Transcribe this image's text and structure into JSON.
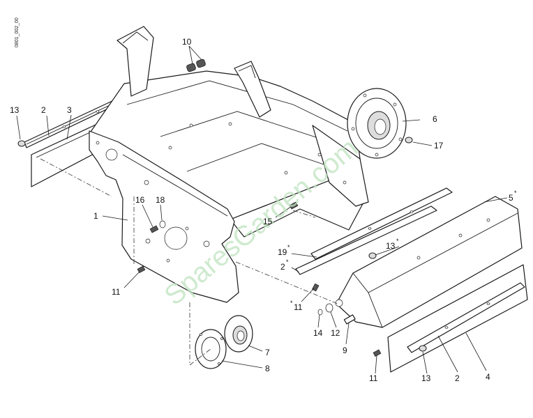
{
  "drawing_code": "0801_002_00",
  "watermark": "SparesGarden.com",
  "callouts": [
    {
      "id": "c1",
      "text": "1",
      "star": ""
    },
    {
      "id": "c2a",
      "text": "2",
      "star": ""
    },
    {
      "id": "c3",
      "text": "3",
      "star": ""
    },
    {
      "id": "c13a",
      "text": "13",
      "star": ""
    },
    {
      "id": "c10",
      "text": "10",
      "star": ""
    },
    {
      "id": "c6",
      "text": "6",
      "star": ""
    },
    {
      "id": "c17",
      "text": "17",
      "star": ""
    },
    {
      "id": "c5",
      "text": "5",
      "star": "*"
    },
    {
      "id": "c16",
      "text": "16",
      "star": ""
    },
    {
      "id": "c18",
      "text": "18",
      "star": ""
    },
    {
      "id": "c15",
      "text": "15",
      "star": ""
    },
    {
      "id": "c19",
      "text": "19",
      "star": "*"
    },
    {
      "id": "c13b",
      "text": "13",
      "star": "*"
    },
    {
      "id": "c2b",
      "text": "2",
      "star": "*"
    },
    {
      "id": "c11a",
      "text": "11",
      "star": ""
    },
    {
      "id": "c11b",
      "text": "11",
      "star": "*"
    },
    {
      "id": "c14",
      "text": "14",
      "star": ""
    },
    {
      "id": "c12",
      "text": "12",
      "star": ""
    },
    {
      "id": "c9",
      "text": "9",
      "star": ""
    },
    {
      "id": "c7",
      "text": "7",
      "star": ""
    },
    {
      "id": "c8",
      "text": "8",
      "star": ""
    },
    {
      "id": "c11c",
      "text": "11",
      "star": ""
    },
    {
      "id": "c13c",
      "text": "13",
      "star": ""
    },
    {
      "id": "c2c",
      "text": "2",
      "star": ""
    },
    {
      "id": "c4",
      "text": "4",
      "star": ""
    }
  ]
}
